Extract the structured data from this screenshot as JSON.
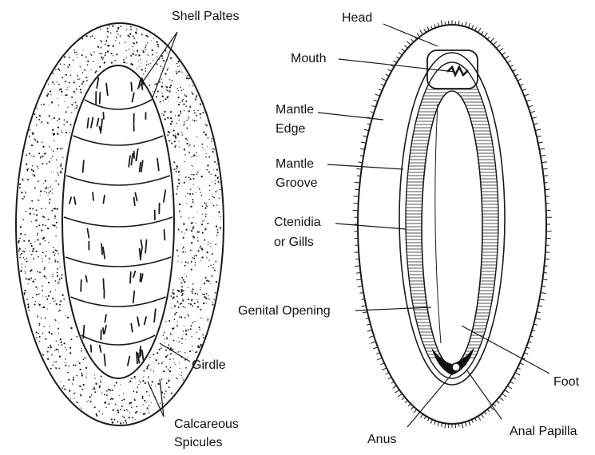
{
  "left_figure": {
    "labels": {
      "shell_plates": "Shell Paltes",
      "girdle": "Girdle",
      "calcareous_line1": "Calcareous",
      "calcareous_line2": "Spicules"
    }
  },
  "right_figure": {
    "labels": {
      "head": "Head",
      "mouth": "Mouth",
      "mantle_edge_line1": "Mantle",
      "mantle_edge_line2": "Edge",
      "mantle_groove_line1": "Mantle",
      "mantle_groove_line2": "Groove",
      "ctenidia_line1": "Ctenidia",
      "ctenidia_line2": "or Gills",
      "genital_opening": "Genital Opening",
      "foot": "Foot",
      "anus": "Anus",
      "anal_papilla": "Anal Papilla"
    }
  },
  "colors": {
    "ink": "#1a1a1a",
    "background": "#ffffff"
  }
}
